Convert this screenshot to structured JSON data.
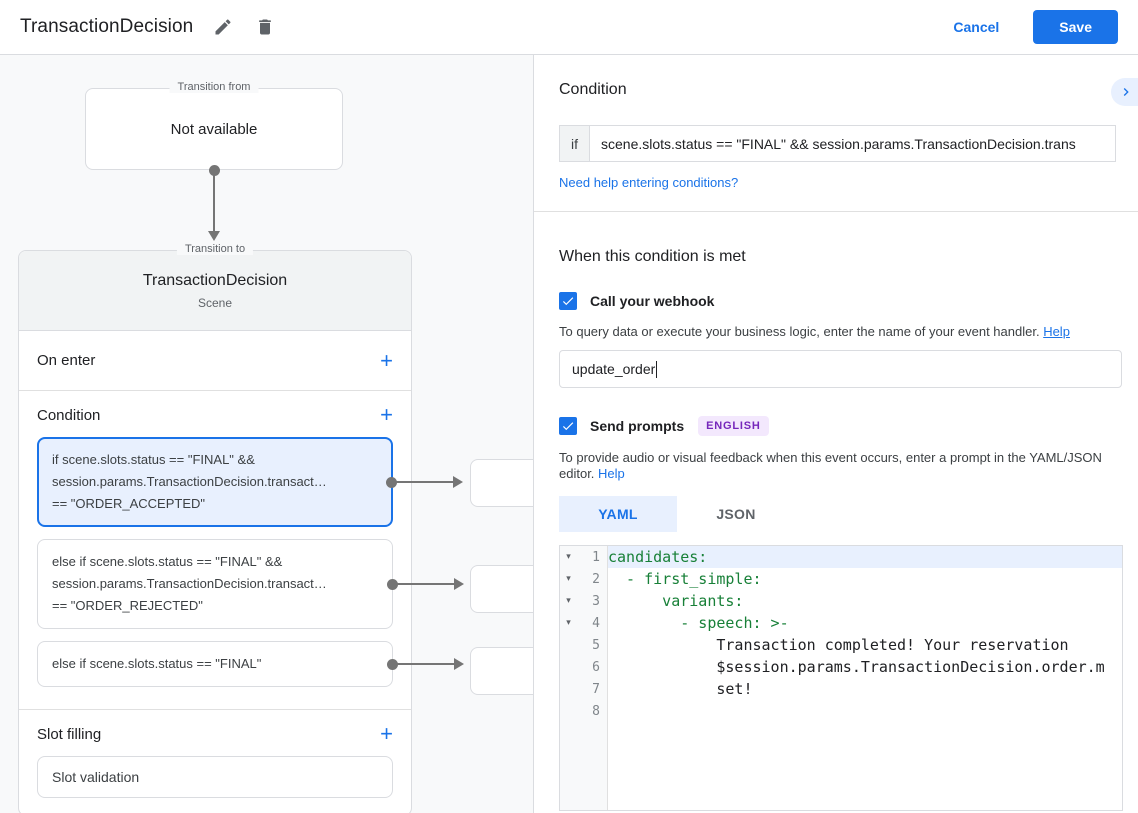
{
  "header": {
    "title": "TransactionDecision",
    "cancel_label": "Cancel",
    "save_label": "Save"
  },
  "icons": {
    "add": "+",
    "fold_arrow": "▾"
  },
  "diagram": {
    "transition_from": {
      "legend": "Transition from",
      "content": "Not available"
    },
    "transition_to": {
      "legend": "Transition to",
      "scene_name": "TransactionDecision",
      "scene_type": "Scene",
      "on_enter_label": "On enter",
      "condition_label": "Condition",
      "slot_filling_label": "Slot filling",
      "slot_card_label": "Slot validation",
      "condition_cards": [
        {
          "selected": true,
          "lines": [
            "if scene.slots.status == \"FINAL\" &&",
            "session.params.TransactionDecision.transact…",
            "== \"ORDER_ACCEPTED\""
          ]
        },
        {
          "selected": false,
          "lines": [
            "else if scene.slots.status == \"FINAL\" &&",
            "session.params.TransactionDecision.transact…",
            "== \"ORDER_REJECTED\""
          ]
        },
        {
          "selected": false,
          "lines": [
            "else if scene.slots.status == \"FINAL\""
          ]
        }
      ]
    }
  },
  "panel": {
    "title": "Condition",
    "if_label": "if",
    "condition_value": "scene.slots.status == \"FINAL\" && session.params.TransactionDecision.trans",
    "conditions_help_link": "Need help entering conditions?",
    "when_met_title": "When this condition is met",
    "webhook": {
      "label": "Call your webhook",
      "description": "To query data or execute your business logic, enter the name of your event handler. ",
      "help_label": "Help",
      "value": "update_order"
    },
    "prompts": {
      "label": "Send prompts",
      "badge": "ENGLISH",
      "description_line1": "To provide audio or visual feedback when this event occurs, enter a prompt in the YAML/JSON",
      "description_line2": "editor. ",
      "help_label": "Help"
    },
    "tabs": [
      {
        "label": "YAML",
        "active": true
      },
      {
        "label": "JSON",
        "active": false
      }
    ],
    "editor": {
      "lines": [
        {
          "num": "1",
          "text": "candidates:"
        },
        {
          "num": "2",
          "text": "  - first_simple:"
        },
        {
          "num": "3",
          "text": "      variants:"
        },
        {
          "num": "4",
          "text": "        - speech: >-"
        },
        {
          "num": "5",
          "text": "            Transaction completed! Your reservation"
        },
        {
          "num": "6",
          "text": "            $session.params.TransactionDecision.order.m"
        },
        {
          "num": "7",
          "text": "            set!"
        },
        {
          "num": "8",
          "text": ""
        }
      ]
    }
  },
  "colors": {
    "accent_blue": "#1a73e8",
    "selected_card_bg": "#e8f0fe",
    "selected_card_border": "#1a73e8",
    "badge_bg": "#f3e8fd",
    "badge_text": "#7627bb",
    "code_green": "#188038",
    "connector_gray": "#757575"
  }
}
